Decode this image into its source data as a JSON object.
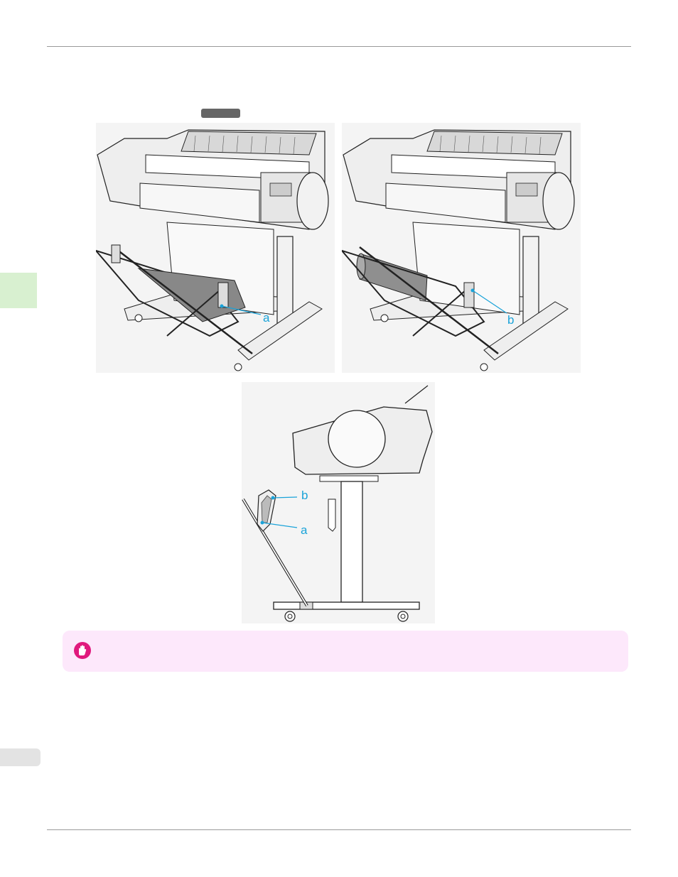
{
  "figures": {
    "top_left": {
      "callout": "a"
    },
    "top_right": {
      "callout": "b"
    },
    "side_view": {
      "callout_upper": "b",
      "callout_lower": "a"
    }
  },
  "colors": {
    "callout": "#1aa3d9",
    "note_background": "#fde8fb",
    "note_icon": "#e0197d",
    "header_green_tab": "#d8f0d0"
  },
  "note": {
    "icon": "important-hand-icon"
  }
}
